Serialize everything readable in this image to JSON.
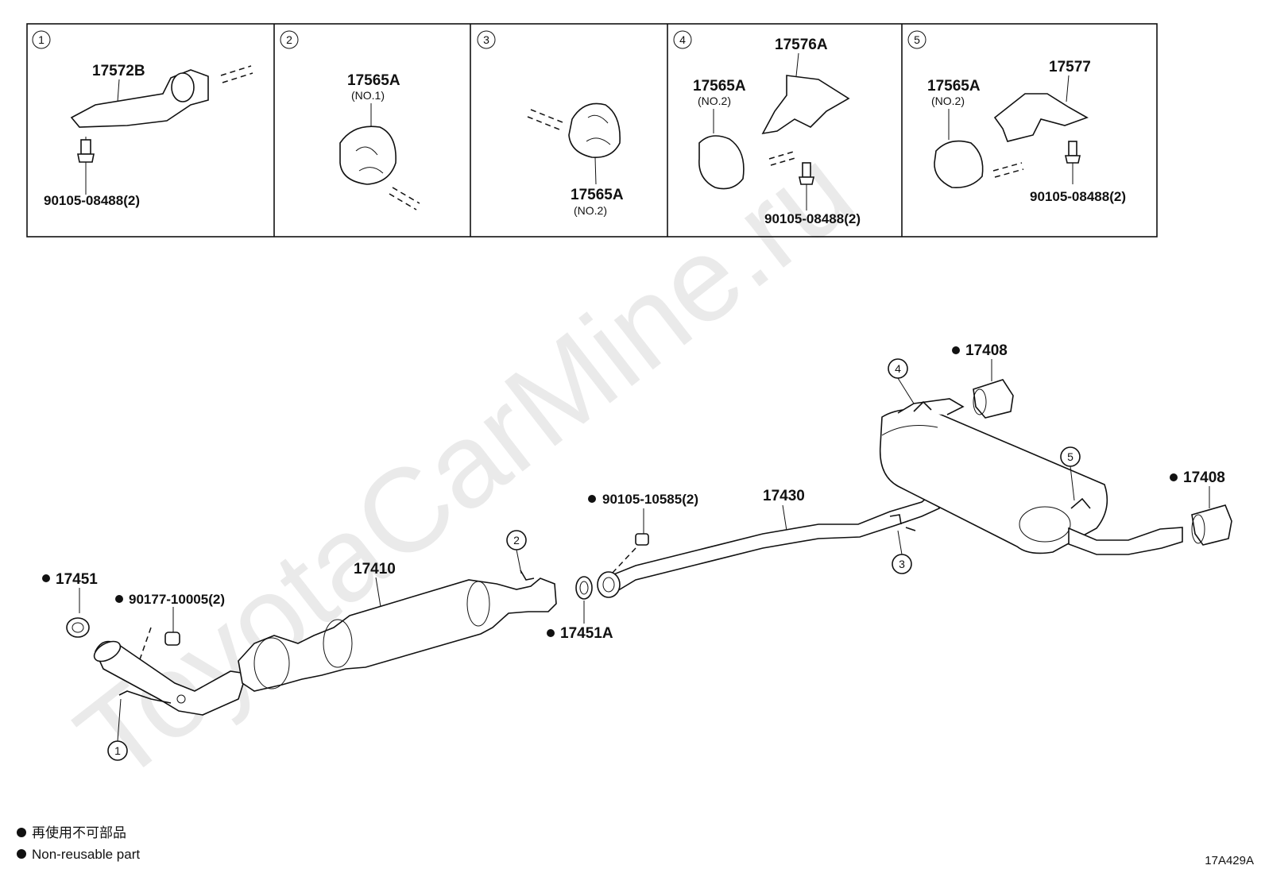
{
  "watermark": "ToyotaCarMine.ru",
  "panels": [
    {
      "num": "1",
      "labels": [
        "17572B",
        "90105-08488(2)"
      ]
    },
    {
      "num": "2",
      "labels": [
        "17565A",
        "(NO.1)"
      ]
    },
    {
      "num": "3",
      "labels": [
        "17565A",
        "(NO.2)"
      ]
    },
    {
      "num": "4",
      "labels": [
        "17576A",
        "17565A",
        "(NO.2)",
        "90105-08488(2)"
      ]
    },
    {
      "num": "5",
      "labels": [
        "17577",
        "17565A",
        "(NO.2)",
        "90105-08488(2)"
      ]
    }
  ],
  "main": {
    "callouts": [
      "1",
      "2",
      "3",
      "4",
      "5"
    ],
    "parts": {
      "p17451": "17451",
      "p90177": "90177-10005(2)",
      "p17410": "17410",
      "p17451A": "17451A",
      "p90105_10585": "90105-10585(2)",
      "p17430": "17430",
      "p17408_top": "17408",
      "p17408_right": "17408"
    }
  },
  "legend": {
    "jp": "再使用不可部品",
    "en": "Non-reusable part"
  },
  "diagram_code": "17A429A",
  "colors": {
    "line": "#111111",
    "watermark": "#eaeaea",
    "background": "#ffffff"
  }
}
